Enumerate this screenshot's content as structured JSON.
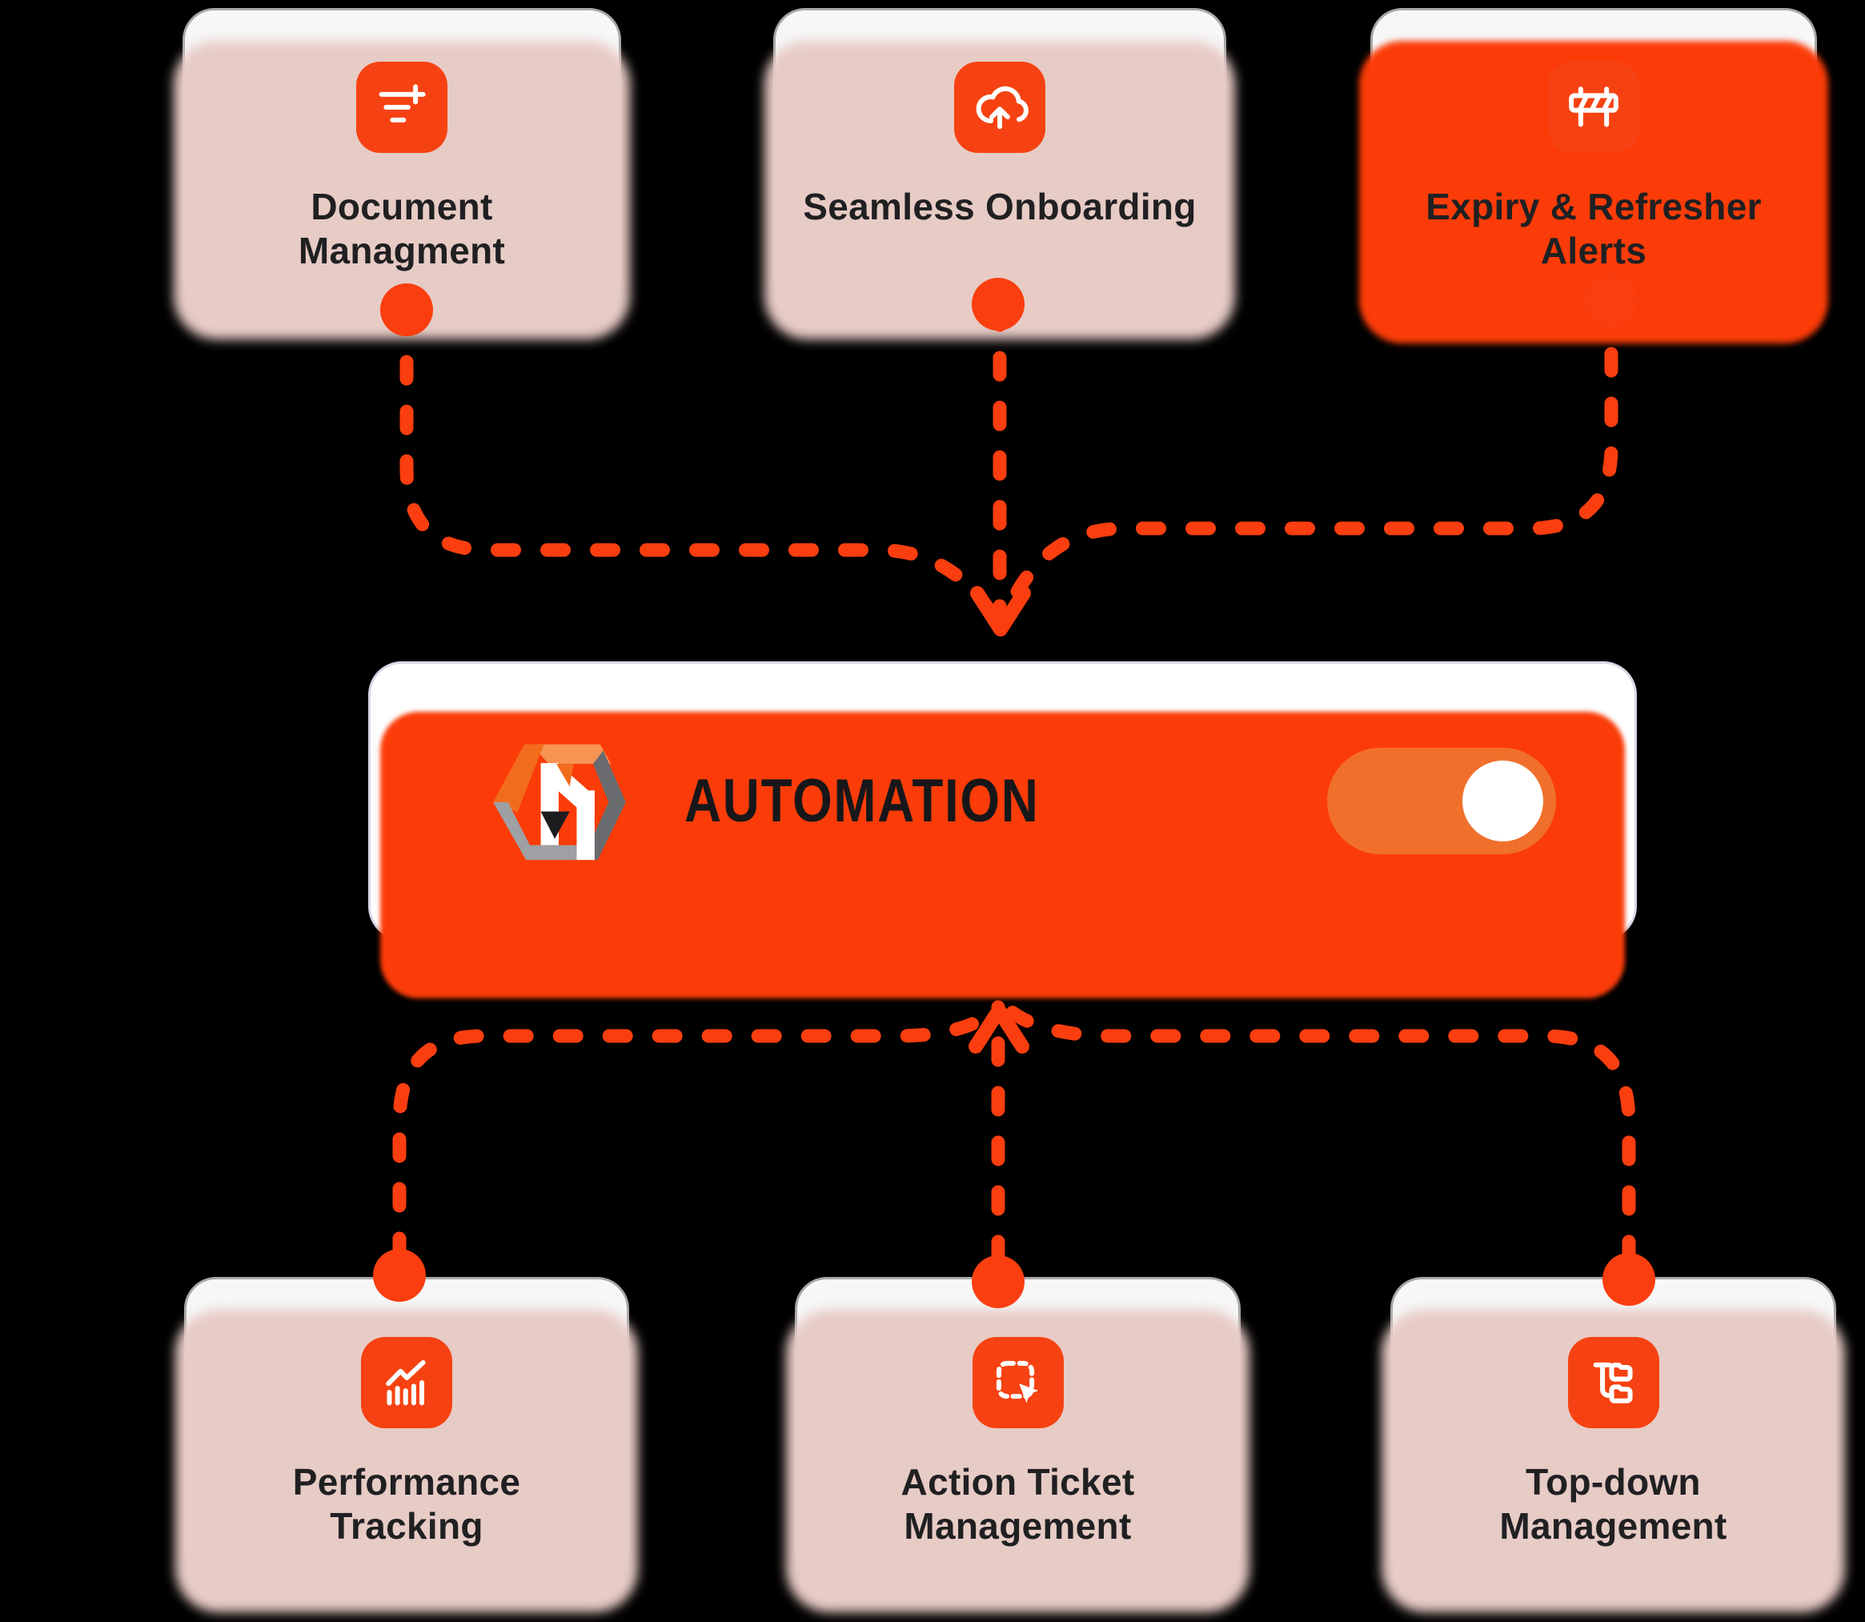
{
  "diagram": {
    "background": "#000000",
    "center": {
      "title": "AUTOMATION",
      "logo_name": "hexagon-h-logo",
      "toggle_state": "on"
    },
    "top_cards": [
      {
        "id": "document-management",
        "line1": "Document",
        "line2": "Managment",
        "icon": "filter-plus-icon",
        "highlight": false
      },
      {
        "id": "seamless-onboarding",
        "line1": "Seamless Onboarding",
        "line2": "",
        "icon": "cloud-upload-icon",
        "highlight": false
      },
      {
        "id": "expiry-refresher-alerts",
        "line1": "Expiry & Refresher",
        "line2": "Alerts",
        "icon": "barrier-icon",
        "highlight": true
      }
    ],
    "bottom_cards": [
      {
        "id": "performance-tracking",
        "line1": "Performance",
        "line2": "Tracking",
        "icon": "chart-growth-icon",
        "highlight": false
      },
      {
        "id": "action-ticket-management",
        "line1": "Action Ticket",
        "line2": "Management",
        "icon": "select-cursor-icon",
        "highlight": false
      },
      {
        "id": "top-down-management",
        "line1": "Top-down",
        "line2": "Management",
        "icon": "hierarchy-icon",
        "highlight": false
      }
    ],
    "colors": {
      "connector": "#FA3E0F",
      "icon_tile": "#F64212",
      "toggle": "#F0702B",
      "card_bg": "#F7F7F8",
      "card_border": "#A7A7A7",
      "pink_shadow": "#E7CBC5",
      "orange_shadow": "#FB3C08",
      "bar_border": "#D6D7E6",
      "text": "#202022"
    }
  }
}
